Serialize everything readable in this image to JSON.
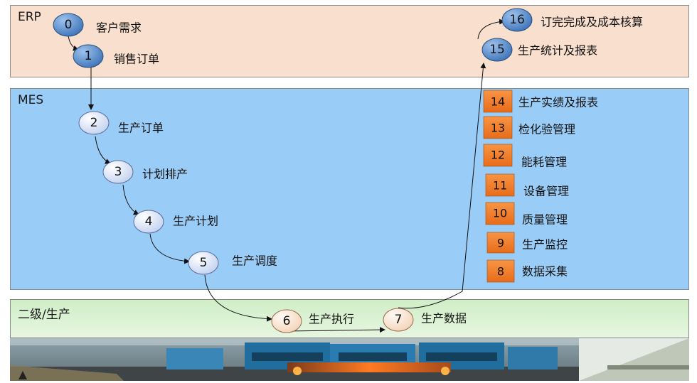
{
  "layers": {
    "erp": "ERP",
    "mes": "MES",
    "level2": "二级/生产"
  },
  "steps": [
    {
      "num": "0",
      "label": "客户需求"
    },
    {
      "num": "1",
      "label": "销售订单"
    },
    {
      "num": "2",
      "label": "生产订单"
    },
    {
      "num": "3",
      "label": "计划排产"
    },
    {
      "num": "4",
      "label": "生产计划"
    },
    {
      "num": "5",
      "label": "生产调度"
    },
    {
      "num": "6",
      "label": "生产执行"
    },
    {
      "num": "7",
      "label": "生产数据"
    },
    {
      "num": "8",
      "label": "数据采集"
    },
    {
      "num": "9",
      "label": "生产监控"
    },
    {
      "num": "10",
      "label": "质量管理"
    },
    {
      "num": "11",
      "label": "设备管理"
    },
    {
      "num": "12",
      "label": "能耗管理"
    },
    {
      "num": "13",
      "label": "检化验管理"
    },
    {
      "num": "14",
      "label": "生产实绩及报表"
    },
    {
      "num": "15",
      "label": "生产统计及报表"
    },
    {
      "num": "16",
      "label": "订完完成及成本核算"
    }
  ],
  "colors": {
    "erp_band": "#f9dfcd",
    "mes_band": "#99ccf6",
    "level2_band": "#d9f2d0",
    "erp_node": "#5b8fcf",
    "mes_node": "#dde6f7",
    "level2_node": "#fbe8d8",
    "module_square": "#f07c2a"
  }
}
